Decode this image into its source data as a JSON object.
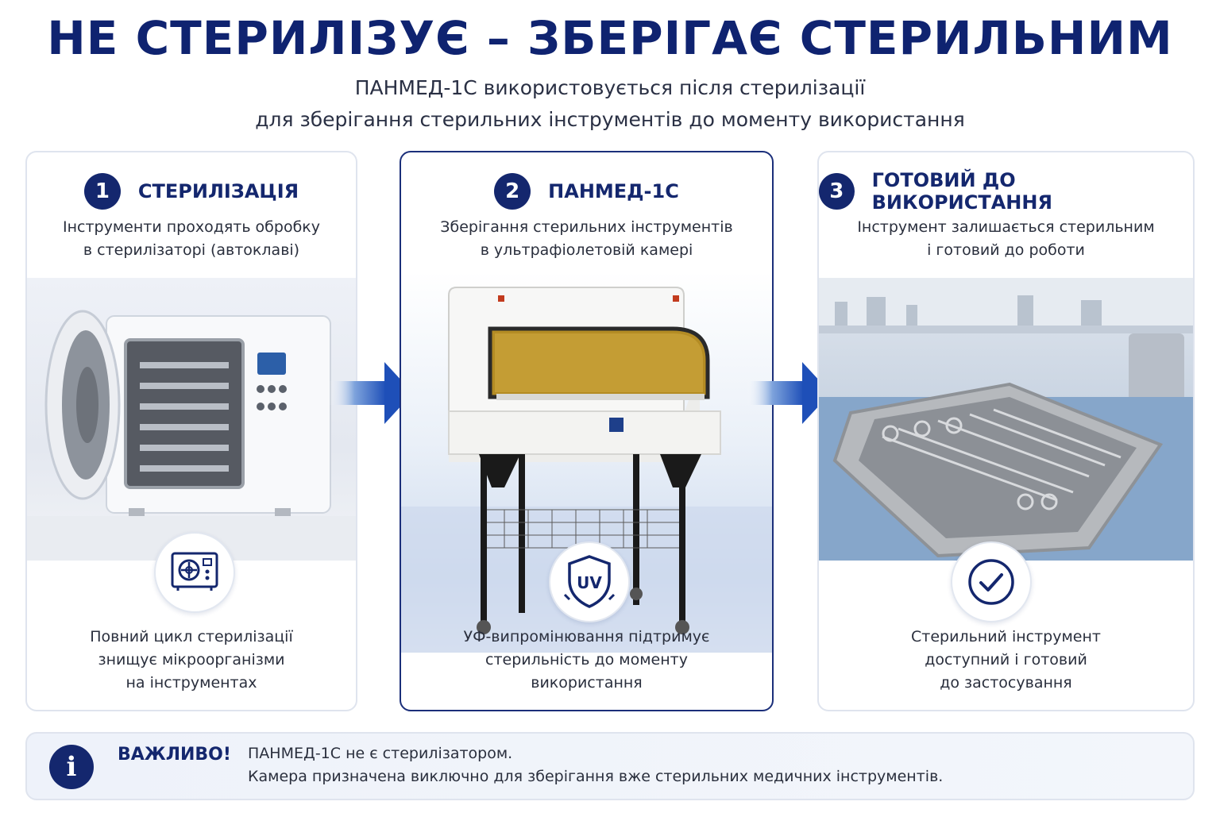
{
  "header": {
    "title": "НЕ СТЕРИЛІЗУЄ – ЗБЕРІГАЄ СТЕРИЛЬНИМ",
    "subtitle_line1": "ПАНМЕД-1С використовується після стерилізації",
    "subtitle_line2": "для зберігання стерильних інструментів до моменту використання"
  },
  "steps": [
    {
      "number": "1",
      "title": "СТЕРИЛІЗАЦІЯ",
      "desc_line1": "Інструменти проходять обробку",
      "desc_line2": "в стерилізаторі (автоклаві)",
      "icon": "autoclave-icon",
      "bottom_line1": "Повний цикл стерилізації",
      "bottom_line2": "знищує мікроорганізми",
      "bottom_line3": "на інструментах"
    },
    {
      "number": "2",
      "title": "ПАНМЕД-1С",
      "desc_line1": "Зберігання стерильних інструментів",
      "desc_line2": "в ультрафіолетовій камері",
      "icon": "uv-shield-icon",
      "icon_text": "UV",
      "bottom_line1": "УФ-випромінювання підтримує",
      "bottom_line2": "стерильність до моменту",
      "bottom_line3": "використання"
    },
    {
      "number": "3",
      "title": "ГОТОВИЙ ДО ВИКОРИСТАННЯ",
      "desc_line1": "Інструмент залишається стерильним",
      "desc_line2": "і готовий до роботи",
      "icon": "checkmark-icon",
      "bottom_line1": "Стерильний інструмент",
      "bottom_line2": "доступний і готовий",
      "bottom_line3": "до застосування"
    }
  ],
  "note": {
    "icon": "info-icon",
    "label": "ВАЖЛИВО!",
    "line1": "ПАНМЕД-1С не є стерилізатором.",
    "line2": "Камера призначена виключно для зберігання вже стерильних медичних інструментів."
  },
  "colors": {
    "brand_navy": "#14276e",
    "arrow_blue": "#1e4fb8"
  }
}
